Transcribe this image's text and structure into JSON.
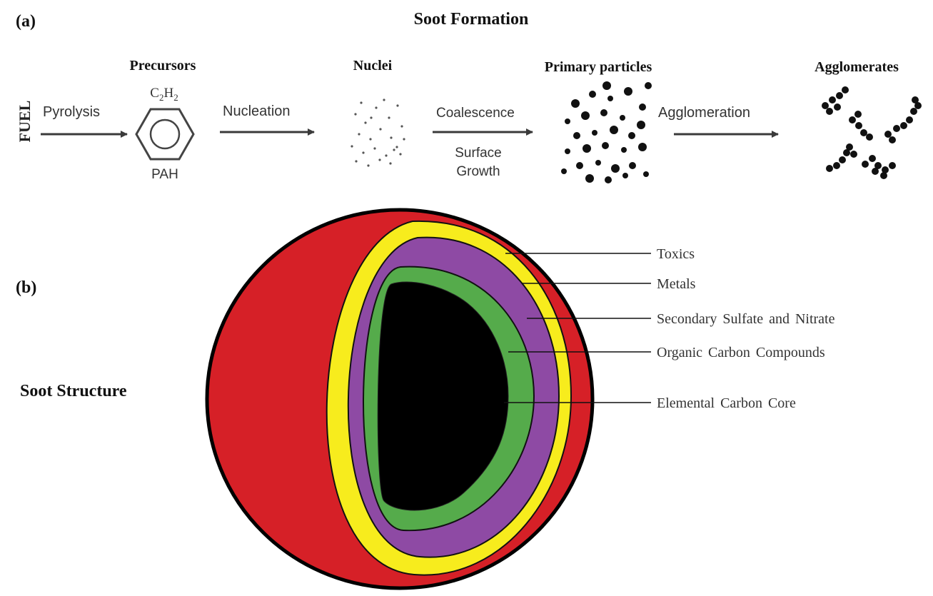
{
  "panel_a": {
    "label": "(a)",
    "title": "Soot Formation",
    "fuel": "FUEL",
    "steps": {
      "pyrolysis": "Pyrolysis",
      "nucleation": "Nucleation",
      "coalescence": "Coalescence",
      "surface_growth_1": "Surface",
      "surface_growth_2": "Growth",
      "agglomeration": "Agglomeration"
    },
    "stages": {
      "precursors": "Precursors",
      "nuclei": "Nuclei",
      "primary_particles": "Primary particles",
      "agglomerates": "Agglomerates"
    },
    "c2h2": {
      "c": "C",
      "sub1": "2",
      "h": "H",
      "sub2": "2"
    },
    "pah": "PAH"
  },
  "panel_b": {
    "label": "(b)",
    "title": "Soot Structure",
    "layers": {
      "toxics": "Toxics",
      "metals": "Metals",
      "sulfate_nitrate": "Secondary Sulfate and Nitrate",
      "organic_carbon": "Organic Carbon Compounds",
      "elemental_carbon": "Elemental Carbon Core"
    },
    "colors": {
      "toxics": "#d62027",
      "metals": "#f7ec1d",
      "sulfate_nitrate": "#8e4aa4",
      "organic_carbon": "#55ab4b",
      "elemental_carbon": "#000000"
    }
  }
}
